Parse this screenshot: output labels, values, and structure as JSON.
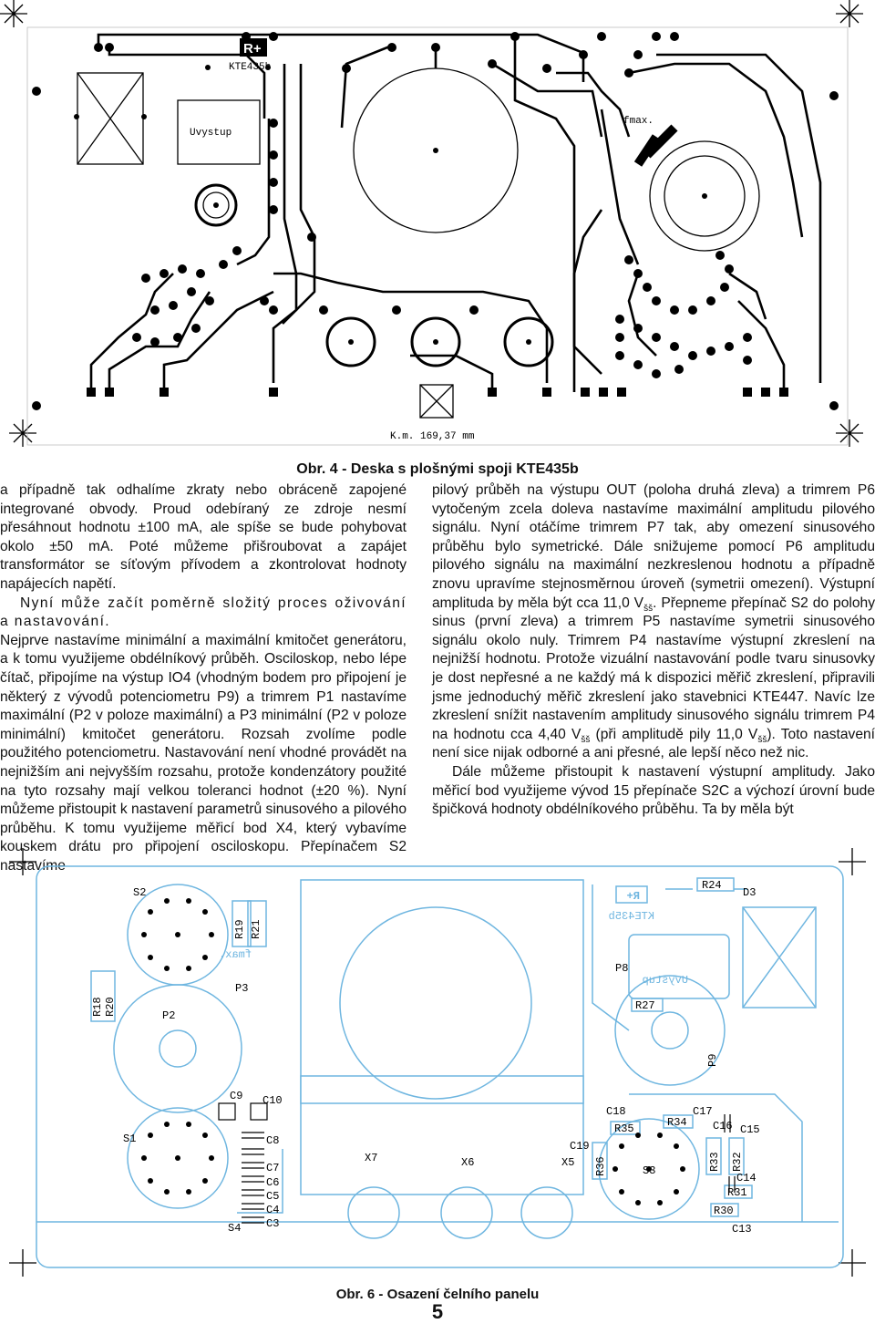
{
  "figure4": {
    "caption": "Obr. 4 - Deska s plošnými spoji KTE435b",
    "logo_text": "R+",
    "board_code": "KTE435b",
    "label_uvystup": "Uvystup",
    "label_fmax": "fmax.",
    "scale_note": "K.m. 169,37 mm"
  },
  "article": {
    "left_paragraphs": [
      "a případně tak odhalíme zkraty nebo obráceně zapojené integrované obvody. Proud odebíraný ze zdroje nesmí přesáhnout hodnotu ±100 mA, ale spíše se bude pohybovat okolo ±50 mA. Poté můžeme přišroubovat a zapájet transformátor se síťovým přívodem a zkontrolovat hodnoty napájecích napětí.",
      "Nyní může začít poměrně složitý proces oživování a nastavování.",
      "Nejprve nastavíme minimální a maximální kmitočet generátoru, a k tomu využijeme obdélníkový průběh. Osciloskop, nebo lépe čítač, připojíme na výstup IO4 (vhodným bodem pro připojení je některý z vývodů potenciometru P9) a trimrem P1 nastavíme maximální (P2 v poloze maximální) a P3 minimální (P2 v poloze minimální) kmitočet generátoru. Rozsah zvolíme podle použitého potenciometru. Nastavování není vhodné provádět na nejnižším ani nejvyšším rozsahu, protože kondenzátory použité na tyto rozsahy mají velkou toleranci hodnot (±20 %). Nyní můžeme přistoupit k nastavení parametrů sinusového a pilového průběhu. K tomu využijeme měřicí bod X4, který vybavíme kouskem drátu pro připojení osciloskopu. Přepínačem S2 nastavíme"
    ],
    "right_p1_a": "pilový průběh na výstupu OUT (poloha druhá zleva) a trimrem P6 vytočeným zcela doleva nastavíme maximální amplitudu pilového signálu. Nyní otáčíme trimrem P7 tak, aby omezení sinusového průběhu bylo symetrické. Dále snižujeme pomocí P6 amplitudu pilového signálu na maximální nezkreslenou hodnotu a případně znovu upravíme stejnosměrnou úroveň (symetrii omezení). Výstupní amplituda by měla být cca 11,0 V",
    "right_p1_b": ". Přepneme přepínač S2 do polohy sinus (první zleva) a trimrem P5 nastavíme symetrii sinusového signálu okolo nuly. Trimrem P4 nastavíme výstupní zkreslení na nejnižší hodnotu. Protože vizuální nastavování podle tvaru sinusovky je dost nepřesné a ne každý má k dispozici měřič zkreslení, připravili jsme jednoduchý měřič zkreslení jako stavebnici KTE447. Navíc lze zkreslení snížit nastavením amplitudy sinusového signálu trimrem P4 na hodnotu cca 4,40 V",
    "right_p1_c": " (při amplitudě pily 11,0 V",
    "right_p1_d": "). Toto nastavení není sice nijak odborné a ani přesné, ale lepší něco než nic.",
    "right_p2": "Dále můžeme přistoupit k nastavení výstupní amplitudy. Jako měřicí bod využijeme vývod 15 přepínače S2C a výchozí úrovní bude špičková hodnoty obdélníkového průběhu. Ta by měla být",
    "subscript_ss": "šš"
  },
  "figure6": {
    "caption": "Obr. 6 - Osazení čelního panelu",
    "labels": {
      "S2": "S2",
      "S1": "S1",
      "S3": "S3",
      "S4": "S4",
      "P2": "P2",
      "P3": "P3",
      "P8": "P8",
      "P9": "P9",
      "R18": "R18",
      "R20": "R20",
      "R19": "R19",
      "R21": "R21",
      "R24": "R24",
      "R27": "R27",
      "R30": "R30",
      "R31": "R31",
      "R32": "R32",
      "R33": "R33",
      "R34": "R34",
      "R35": "R35",
      "R36": "R36",
      "D3": "D3",
      "C3": "C3",
      "C4": "C4",
      "C5": "C5",
      "C6": "C6",
      "C7": "C7",
      "C8": "C8",
      "C9": "C9",
      "C10": "C10",
      "C13": "C13",
      "C14": "C14",
      "C15": "C15",
      "C16": "C16",
      "C17": "C17",
      "C18": "C18",
      "C19": "C19",
      "X5": "X5",
      "X6": "X6",
      "X7": "X7",
      "fmax_mirror": "fmax.",
      "uvystup_mirror": "Uvystup",
      "board_code_mirror": "KTE435b",
      "logo_mirror": "R+"
    }
  },
  "page_number": "5"
}
